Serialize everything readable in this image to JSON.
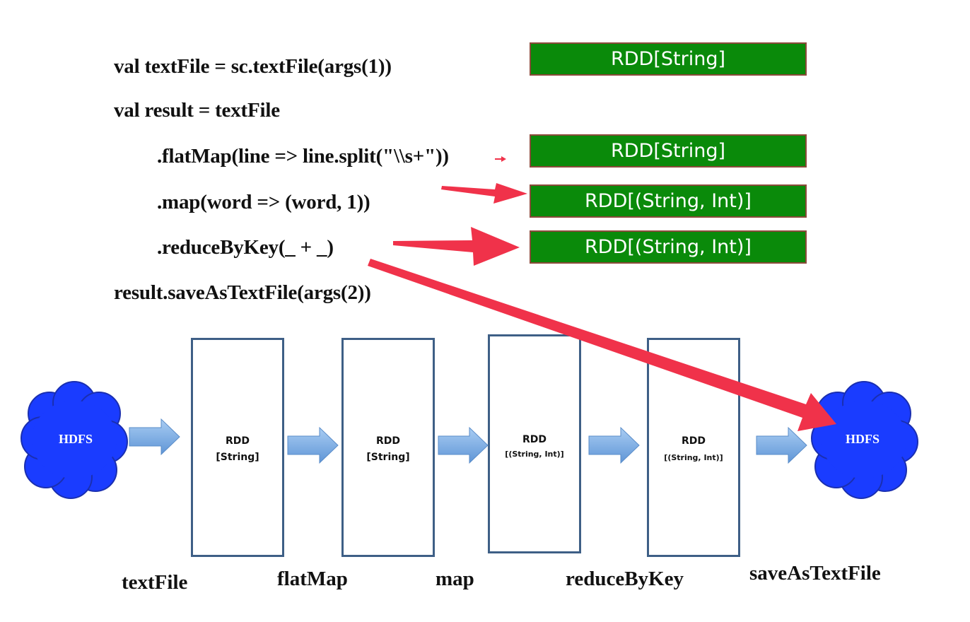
{
  "code": {
    "line1": "val textFile = sc.textFile(args(1))",
    "line2": "val result = textFile",
    "line3": ".flatMap(line => line.split(\"\\\\s+\"))",
    "line4": ".map(word => (word, 1))",
    "line5": ".reduceByKey(_ + _)",
    "line6": "result.saveAsTextFile(args(2))"
  },
  "rdd_types": {
    "box1": "RDD[String]",
    "box2": "RDD[String]",
    "box3": "RDD[(String, Int)]",
    "box4": "RDD[(String, Int)]"
  },
  "clouds": {
    "source": "HDFS",
    "sink": "HDFS"
  },
  "pipeline": [
    {
      "title": "RDD",
      "type": "[String]"
    },
    {
      "title": "RDD",
      "type": "[String]"
    },
    {
      "title": "RDD",
      "type": "[(String, Int)]"
    },
    {
      "title": "RDD",
      "type": "[(String, Int)]"
    }
  ],
  "stages": {
    "textFile": "textFile",
    "flatMap": "flatMap",
    "map": "map",
    "reduceByKey": "reduceByKey",
    "saveAsTextFile": "saveAsTextFile"
  },
  "colors": {
    "green_box": "#0a8a0a",
    "cloud_blue": "#1a3cff",
    "red_arrow": "#f0324a",
    "flow_arrow": "#7fb0e6",
    "rdd_border": "#3e5f86"
  }
}
